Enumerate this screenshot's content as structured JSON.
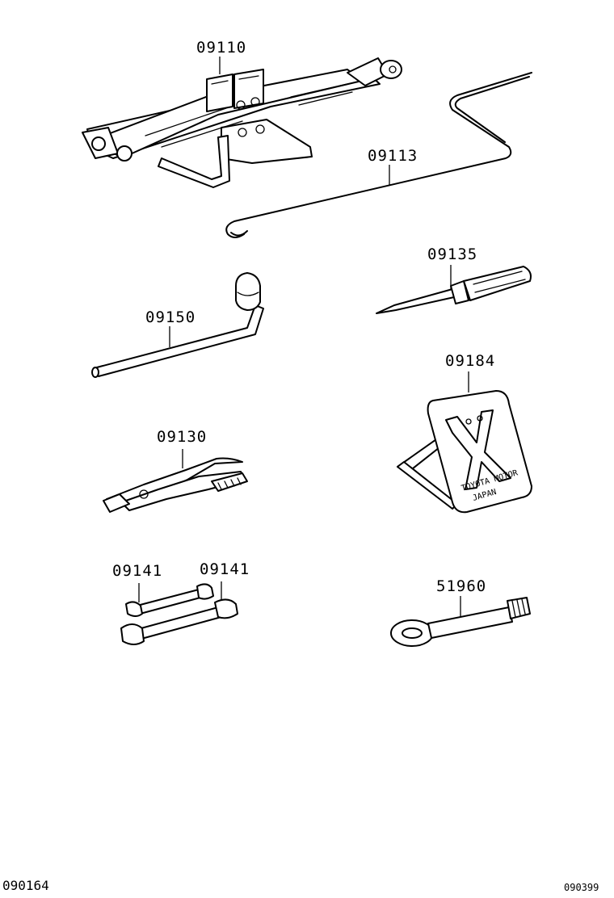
{
  "parts": [
    {
      "id": "jack",
      "number": "09110"
    },
    {
      "id": "jack-handle",
      "number": "09113"
    },
    {
      "id": "screwdriver",
      "number": "09135"
    },
    {
      "id": "wheel-nut-wrench",
      "number": "09150"
    },
    {
      "id": "warning-triangle",
      "number": "09184"
    },
    {
      "id": "pliers",
      "number": "09130"
    },
    {
      "id": "wrench-small",
      "number": "09141"
    },
    {
      "id": "wrench-large",
      "number": "09141"
    },
    {
      "id": "towing-eye",
      "number": "51960"
    }
  ],
  "plate": {
    "line1": "TOYOTA MOTOR",
    "line2": "JAPAN"
  },
  "footer": {
    "left_code": "090164",
    "right_code": "090399"
  }
}
